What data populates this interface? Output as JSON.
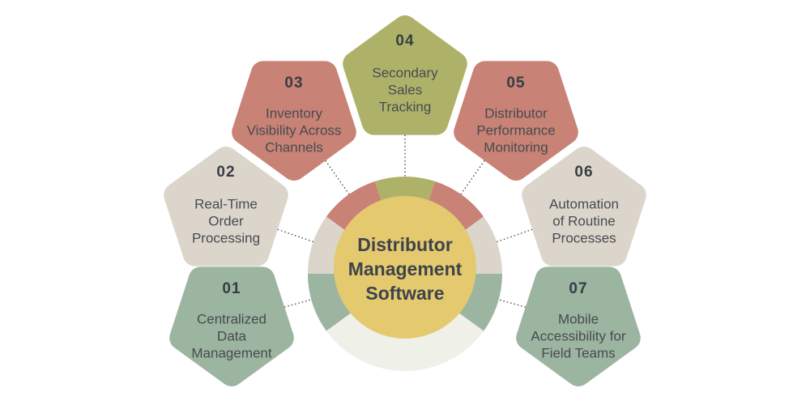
{
  "title": {
    "lines": [
      "Distributor",
      "Management",
      "Software"
    ]
  },
  "items": [
    {
      "number": "01",
      "lines": [
        "Centralized",
        "Data",
        "Management"
      ],
      "color": "#9bb5a0"
    },
    {
      "number": "02",
      "lines": [
        "Real-Time",
        "Order",
        "Processing"
      ],
      "color": "#dcd5cc"
    },
    {
      "number": "03",
      "lines": [
        "Inventory",
        "Visibility Across",
        "Channels"
      ],
      "color": "#c88276"
    },
    {
      "number": "04",
      "lines": [
        "Secondary",
        "Sales",
        "Tracking"
      ],
      "color": "#aeb269"
    },
    {
      "number": "05",
      "lines": [
        "Distributor",
        "Performance",
        "Monitoring"
      ],
      "color": "#c88276"
    },
    {
      "number": "06",
      "lines": [
        "Automation",
        "of Routine",
        "Processes"
      ],
      "color": "#dcd5cc"
    },
    {
      "number": "07",
      "lines": [
        "Mobile",
        "Accessibility for",
        "Field Teams"
      ],
      "color": "#9bb5a0"
    }
  ],
  "hub": {
    "fill": "#e5c96f",
    "ring": [
      "#9bb5a0",
      "#dcd5cc",
      "#c88276",
      "#aeb269",
      "#c88276",
      "#dcd5cc",
      "#9bb5a0",
      "#eff1e8"
    ]
  },
  "connector_color": "#3f3f3f"
}
